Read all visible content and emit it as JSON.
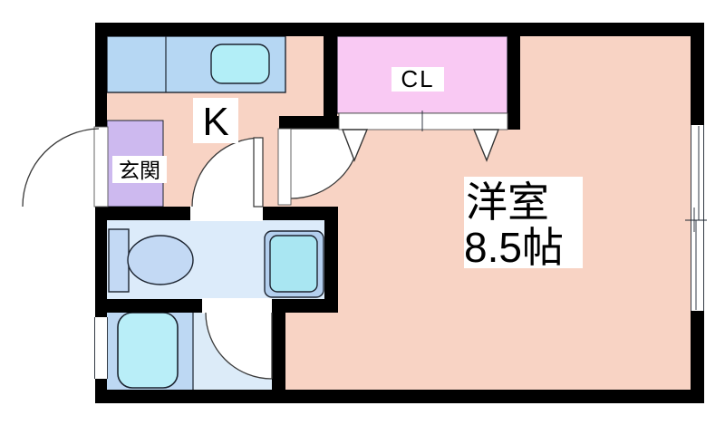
{
  "title": "apartment-floor-plan",
  "rooms": {
    "kitchen": {
      "label": "K"
    },
    "closet": {
      "label": "CL"
    },
    "entrance": {
      "label": "玄関"
    },
    "western": {
      "label": "洋室",
      "size": "8.5帖"
    }
  },
  "fixtures": {
    "kitchen_sink": "sink",
    "toilet": "toilet",
    "washbasin": "washbasin",
    "bathtub": "bathtub"
  },
  "colors": {
    "page_bg": "#ffffff",
    "wall": "#000000",
    "floor": "#f8d3c4",
    "kitchen_counter": "#b6d7f3",
    "sink": "#b2eef7",
    "closet": "#f9c9f3",
    "entrance": "#cdb9ef",
    "washroom": "#dcebfa",
    "fixture": "#c3d9f4",
    "vanity": "#b3cfee",
    "basin": "#a9e6f2",
    "bath_left": "#bdd8f3",
    "bath_right": "#dcebf8",
    "bathtub": "#b9eef8",
    "line": "#1c2430",
    "label_bg": "#ffffff",
    "text": "#000000"
  }
}
